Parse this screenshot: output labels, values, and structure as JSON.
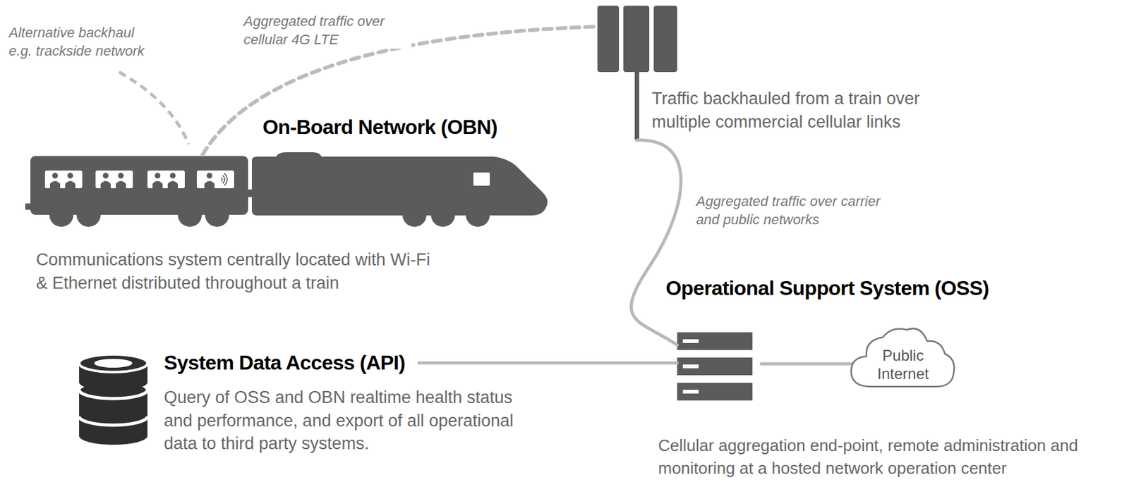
{
  "diagram": {
    "nodes": [
      {
        "text": [
          "On-Board Network (OBN)",
          "Communications system centrally located with Wi-Fi & Ethernet distributed throughout a train"
        ]
      },
      {
        "text": [
          "Traffic backhauled from a train over multiple commercial cellular links"
        ]
      },
      {
        "text": [
          "Operational Support System (OSS)",
          "Cellular aggregation end-point, remote administration and monitoring at a hosted network operation center"
        ]
      },
      {
        "text": [
          "System Data Access (API)",
          "Query of OSS and OBN realtime health status and performance, and export of all operational data to third party systems."
        ]
      },
      {
        "text": [
          "Public Internet"
        ]
      }
    ],
    "edges": [
      {
        "from": 0,
        "to": 1,
        "label": "Aggregated traffic over cellular 4G LTE",
        "arrow": "none"
      },
      {
        "from": 1,
        "to": 2,
        "label": "Aggregated traffic over carrier and public networks",
        "arrow": "none"
      },
      {
        "from": 3,
        "to": 2,
        "arrow": "none"
      },
      {
        "from": 2,
        "to": 4,
        "arrow": "none"
      }
    ],
    "labels": [
      "Alternative backhaul e.g. trackside network"
    ]
  }
}
